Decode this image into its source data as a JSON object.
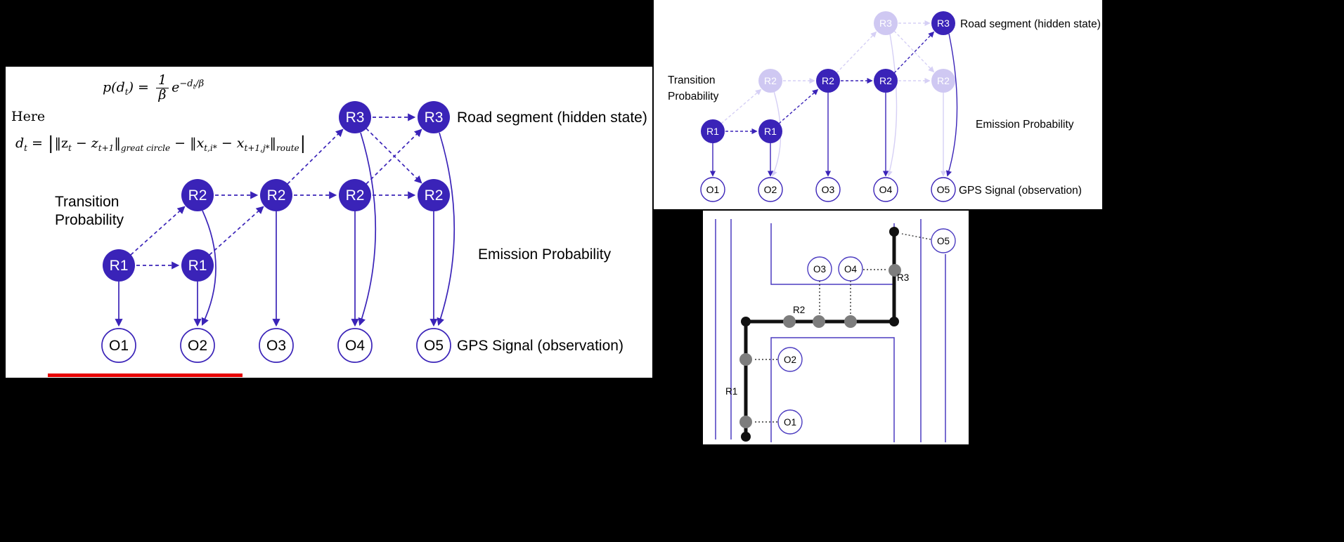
{
  "colors": {
    "background": "#000000",
    "panel": "#ffffff",
    "accent": "#3a23b8",
    "accent_faded": "#cfc8f2",
    "map_road": "#4b3bc0",
    "route": "#111111",
    "underline": "#e60000"
  },
  "left_diagram": {
    "formula_p": {
      "t0": "p(d",
      "t1": "t",
      "t2": ") = ",
      "num": "1",
      "den": "β",
      "e": "e",
      "e1": "−d",
      "e2": "t",
      "e3": "/β"
    },
    "here_label": "Here",
    "formula_d": {
      "t0": "d",
      "t1": "t",
      "t2": " = ",
      "bar_l": "|",
      "t3": "‖z",
      "t4": "t",
      "t5": " − z",
      "t6": "t+1",
      "t7": "‖",
      "t8": "great circle",
      "t9": " − ‖x",
      "t10": "t,i*",
      "t11": " − x",
      "t12": "t+1,j*",
      "t13": "‖",
      "t14": "route",
      "bar_r": "|"
    },
    "transition_label_line1": "Transition",
    "transition_label_line2": "Probability",
    "emission_label": "Emission Probability",
    "road_label": "Road segment (hidden state)",
    "gps_label": "GPS Signal (observation)",
    "nodes": {
      "r1a": "R1",
      "r1b": "R1",
      "r2a": "R2",
      "r2b": "R2",
      "r2c": "R2",
      "r2d": "R2",
      "r3a": "R3",
      "r3b": "R3",
      "o1": "O1",
      "o2": "O2",
      "o3": "O3",
      "o4": "O4",
      "o5": "O5"
    }
  },
  "top_right_diagram": {
    "transition_label_line1": "Transition",
    "transition_label_line2": "Probability",
    "emission_label": "Emission Probability",
    "road_label": "Road segment (hidden state)",
    "gps_label": "GPS Signal (observation)",
    "nodes": {
      "r1a": "R1",
      "r1b": "R1",
      "r2f1": "R2",
      "r2a": "R2",
      "r2b": "R2",
      "r2f2": "R2",
      "r3f": "R3",
      "r3a": "R3",
      "o1": "O1",
      "o2": "O2",
      "o3": "O3",
      "o4": "O4",
      "o5": "O5"
    }
  },
  "map_diagram": {
    "road_labels": {
      "r1": "R1",
      "r2": "R2",
      "r3": "R3"
    },
    "obs_labels": {
      "o1": "O1",
      "o2": "O2",
      "o3": "O3",
      "o4": "O4",
      "o5": "O5"
    }
  }
}
